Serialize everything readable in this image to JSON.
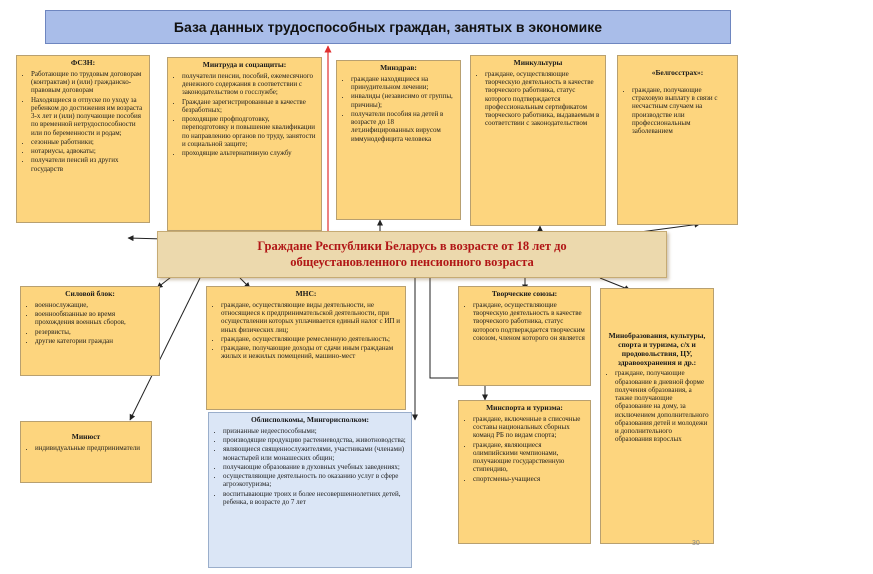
{
  "header": {
    "title": "База данных трудоспособных граждан,  занятых в экономике"
  },
  "center": {
    "line1": "Граждане Республики Беларусь в возрасте от 18 лет до",
    "line2": "общеустановленного пенсионного возраста"
  },
  "boxes": {
    "fszn": {
      "title": "ФСЗН:",
      "items": [
        "Работающие по трудовым договорам (контрактам) и (или) гражданско-правовым договорам",
        "Находящиеся в отпуске по уходу за ребенком до достижения им возраста 3-х лет и (или) получающие пособия по временной нетрудоспособности или по беременности и родам;",
        "сезонные работники;",
        "нотариусы, адвокаты;",
        "получатели пенсий из других государств"
      ]
    },
    "mintruda": {
      "title": "Минтруда и соцзащиты:",
      "items": [
        "получатели пенсии, пособий, ежемесячного денежного содержания в соответствии с законодательством о госслужбе;",
        "Граждане зарегистрированные в качестве безработных;",
        "проходящие профподготовку, переподготовку и повышение квалификации по направлению органов по труду, занятости и социальной защите;",
        "проходящие альтернативную службу"
      ]
    },
    "minzdrav": {
      "title": "Минздрав:",
      "items": [
        "граждане находящиеся на принудительном лечении;",
        "инвалиды (независимо от группы, причины);",
        "получатели пособия на детей в возрасте до 18 лет,инфицированных вирусом иммунодефицита человека"
      ]
    },
    "minkultury": {
      "title": "Минкультуры",
      "items": [
        "граждане, осуществляющие творческую деятельность в качестве творческого работника, статус которого подтверждается профессиональным сертификатом творческого работника, выдаваемым в соответствии с законодательством"
      ]
    },
    "belgosstrakh": {
      "title": "«Белгосстрах»:",
      "items": [
        "граждане, получающие страховую выплату в связи с несчастным случаем на производстве или профессиональным заболеванием"
      ]
    },
    "silovoy": {
      "title": "Силовой блок:",
      "items": [
        "военнослужащие,",
        "военнообязанные во время прохождения военных сборов,",
        "резервисты,",
        "другие категории граждан"
      ]
    },
    "mns": {
      "title": "МНС:",
      "items": [
        "граждане, осуществляющие виды деятельности, не относящиеся к предпринимательской деятельности, при осуществлении которых уплачивается единый налог с ИП и иных физических лиц;",
        "граждане, осуществляющие ремесленную деятельность;",
        "граждане, получающие доходы от сдачи иным гражданам жилых и нежилых помещений, машино-мест"
      ]
    },
    "tvorcheskie": {
      "title": "Творческие союзы:",
      "items": [
        "граждане, осуществляющие творческую деятельность в качестве творческого работника, статус которого подтверждается творческим союзом, членом которого он является"
      ]
    },
    "minobr": {
      "title": "Минобразования, культуры, спорта и туризма, с/х и продовольствия, ЦУ, здравоохранения и др.:",
      "items": [
        "граждане, получающие образование в дневной форме получения образования, а также получающие образование на дому, за исключением дополнительного образования детей и молодежи и дополнительного образования взрослых"
      ]
    },
    "minyust": {
      "title": "Минюст",
      "items": [
        "индивидуальные предприниматели"
      ]
    },
    "oblispolkomy": {
      "title": "Облисполкомы, Мингорисполком:",
      "items": [
        "признанные недееспособными;",
        "производящие продукцию растениеводства, животноводства;",
        "являющиеся священнослужителями, участниками (членами) монастырей или монашеских общин;",
        "получающие образование в духовных учебных заведениях;",
        "осуществляющие деятельность по оказанию услуг в сфере агроэкотуризма;",
        "воспитывающие троих и более несовершеннолетних детей, ребенка, в возрасте до 7 лет"
      ]
    },
    "minsport": {
      "title": "Минспорта и туризма:",
      "items": [
        "граждане, включенные в списочные составы национальных сборных команд РБ по видам спорта;",
        "граждане, являющиеся олимпийскими чемпионами, получающие государственную стипендию,",
        "спортсмены-учащиеся"
      ]
    }
  },
  "slide_number": "30",
  "colors": {
    "box_fill": "#fdd57e",
    "blue_box_fill": "#dbe6f6",
    "header_fill": "#a9bde9",
    "center_text": "#b11616",
    "up_arrow": "#e03030"
  }
}
